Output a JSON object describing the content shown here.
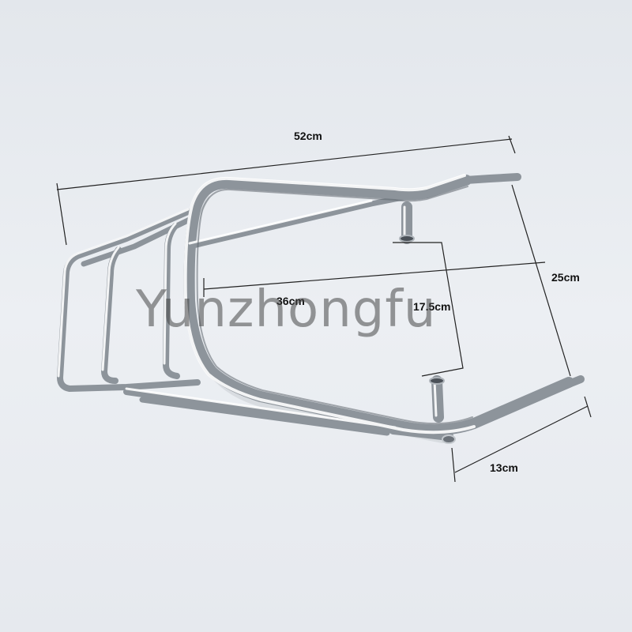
{
  "dimensions": {
    "length": "52cm",
    "height": "25cm",
    "inner_length": "36cm",
    "mount_spacing": "17.5cm",
    "end_width": "13cm"
  },
  "watermark": "Yunzhongfu",
  "colors": {
    "background": "#e9ecf0",
    "chrome_dark": "#8d949b",
    "chrome_light": "#ffffff",
    "dimension_line": "#222222"
  }
}
